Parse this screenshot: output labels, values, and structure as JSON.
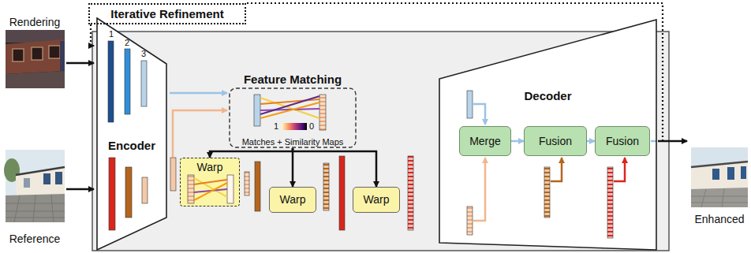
{
  "diagram": {
    "nodes": [
      {
        "text": [
          "Iterative Refinement"
        ]
      },
      {
        "text": [
          "Encoder"
        ]
      },
      {
        "text": [
          "Feature Matching",
          "Matches + Similarity Maps"
        ]
      },
      {
        "text": [
          "Warp"
        ]
      },
      {
        "text": [
          "Warp"
        ]
      },
      {
        "text": [
          "Warp"
        ]
      },
      {
        "text": [
          "Decoder"
        ]
      },
      {
        "text": [
          "Merge"
        ],
        "in": 6
      },
      {
        "text": [
          "Fusion"
        ],
        "in": 6
      },
      {
        "text": [
          "Fusion"
        ],
        "in": 6
      }
    ],
    "edges": [
      {
        "from": 2,
        "to": 3,
        "arrow": "to"
      },
      {
        "from": 2,
        "to": 4,
        "arrow": "to"
      },
      {
        "from": 2,
        "to": 5,
        "arrow": "to"
      },
      {
        "from": 7,
        "to": 8,
        "arrow": "to"
      },
      {
        "from": 8,
        "to": 9,
        "arrow": "to"
      }
    ],
    "labels": [
      "Rendering",
      "1",
      "2",
      "3",
      "1",
      "0",
      "Reference",
      "Enhanced"
    ]
  }
}
